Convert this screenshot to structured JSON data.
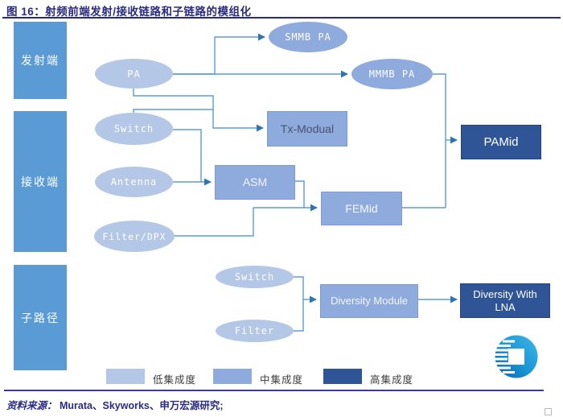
{
  "title": "图 16：射频前端发射/接收链路和子链路的模组化",
  "sections": {
    "transmit": "发射端",
    "receive": "接收端",
    "subpath": "子路径"
  },
  "nodes": {
    "pa": "PA",
    "switch": "Switch",
    "antenna": "Antenna",
    "filter_dpx": "Filter/DPX",
    "smmb_pa": "SMMB PA",
    "mmmb_pa": "MMMB PA",
    "tx_modual": "Tx-Modual",
    "asm": "ASM",
    "femid": "FEMid",
    "pamid": "PAMid",
    "sub_switch": "Switch",
    "sub_filter": "Filter",
    "diversity_module": "Diversity Module",
    "diversity_lna": "Diversity With LNA"
  },
  "edges": [
    {
      "from": "PA",
      "to": "SMMB PA"
    },
    {
      "from": "PA",
      "to": "MMMB PA"
    },
    {
      "from": "PA",
      "to": "Tx-Modual"
    },
    {
      "from": "Switch",
      "to": "Tx-Modual"
    },
    {
      "from": "Switch",
      "to": "ASM"
    },
    {
      "from": "Antenna",
      "to": "ASM"
    },
    {
      "from": "Filter/DPX",
      "to": "FEMid"
    },
    {
      "from": "ASM",
      "to": "FEMid"
    },
    {
      "from": "MMMB PA",
      "to": "PAMid"
    },
    {
      "from": "FEMid",
      "to": "PAMid"
    },
    {
      "from": "Switch (sub)",
      "to": "Diversity Module"
    },
    {
      "from": "Filter (sub)",
      "to": "Diversity Module"
    },
    {
      "from": "Diversity Module",
      "to": "Diversity With LNA"
    }
  ],
  "legend": [
    {
      "label": "低集成度",
      "color": "#b4c7e7"
    },
    {
      "label": "中集成度",
      "color": "#8faadc"
    },
    {
      "label": "高集成度",
      "color": "#2f5597"
    }
  ],
  "source": {
    "prefix": "资料来源：",
    "text": "Murata、Skyworks、申万宏源研究;"
  },
  "colors": {
    "section_blue": "#5b9bd5",
    "low_integration": "#b4c7e7",
    "mid_integration": "#8faadc",
    "high_integration": "#2f5597",
    "connector": "#5b9bd5",
    "arrowhead": "#2e75b6",
    "title_navy": "#2a2a80"
  }
}
